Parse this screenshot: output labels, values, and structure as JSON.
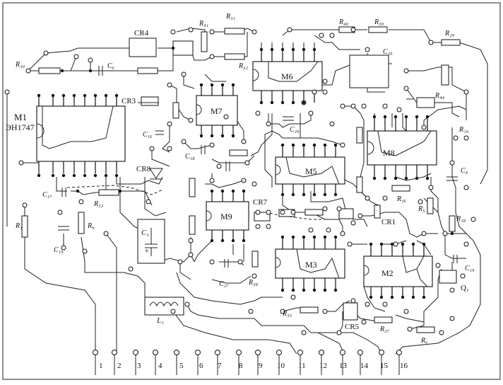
{
  "diagram": {
    "chips": [
      {
        "id": "M1",
        "label": "M1",
        "sublabel": "ЭH1747"
      },
      {
        "id": "M2",
        "label": "M2"
      },
      {
        "id": "M3",
        "label": "M3"
      },
      {
        "id": "M5",
        "label": "M5"
      },
      {
        "id": "M6",
        "label": "M6"
      },
      {
        "id": "M7",
        "label": "M7"
      },
      {
        "id": "M8",
        "label": "M8"
      },
      {
        "id": "M9",
        "label": "M9"
      }
    ],
    "component_labels": {
      "CR4": "CR4",
      "CR3": "CR3",
      "CR8": "CR8",
      "CR7": "CR7",
      "CR1": "CR1",
      "CR5": "CR5",
      "C1": "C₁",
      "L1": "L₁",
      "Q1": "Q₁",
      "R30": "R₃₀",
      "R41": "R₄₁",
      "R31": "R₃₁",
      "R32": "R₃₂",
      "R40": "R₄₀",
      "R39": "R₃₉",
      "R29": "R₂₉",
      "R44": "R₄₄",
      "R19": "R₁₉",
      "R18": "R₁₈",
      "R33": "R₃₃",
      "R1": "R₁",
      "R9": "R₉",
      "R38": "R₃₈",
      "R36": "R₃₆",
      "R35": "R₃₅",
      "R37": "R₃₇",
      "R6": "R₆",
      "R5": "R₅",
      "C6": "C₆",
      "C16": "C₁₆",
      "C18": "C₁₈",
      "C17": "C₁₇",
      "C19": "C₁₉",
      "C37": "C₃₇",
      "C30": "C₃₀",
      "C29": "C₂₉",
      "C4": "C₄"
    },
    "terminals": [
      "1",
      "2",
      "3",
      "4",
      "5",
      "6",
      "7",
      "8",
      "9",
      "10",
      "11",
      "12",
      "13",
      "14",
      "15",
      "16"
    ]
  }
}
